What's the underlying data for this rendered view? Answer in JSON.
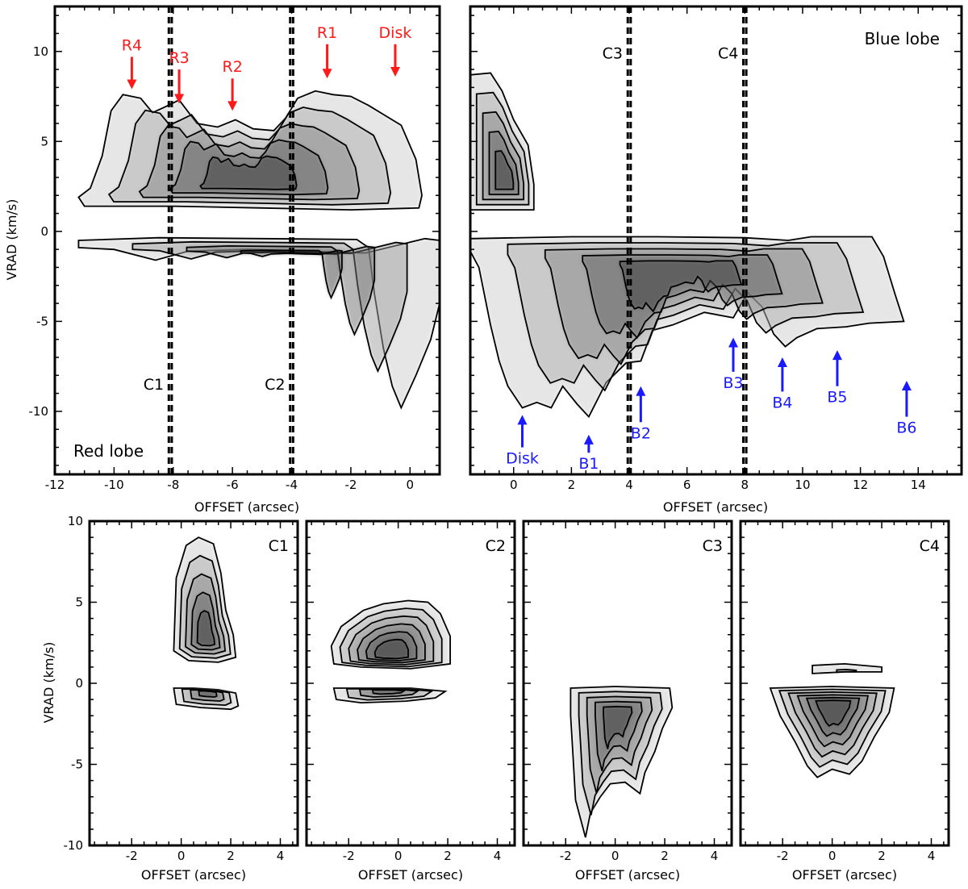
{
  "colors": {
    "red": "#ff1a1a",
    "blue": "#1a1aff",
    "axis": "#000000"
  },
  "chart_data": [
    {
      "id": "red",
      "type": "heatmap",
      "xlabel": "OFFSET (arcsec)",
      "ylabel": "VRAD (km/s)",
      "xlim": [
        -12,
        1
      ],
      "ylim": [
        -13.5,
        12.5
      ],
      "xticks": [
        -12,
        -10,
        -8,
        -6,
        -4,
        -2,
        0
      ],
      "yticks": [
        -10,
        -5,
        0,
        5,
        10
      ],
      "label": "Red lobe",
      "cuts": [
        {
          "name": "C1",
          "x": -8.1,
          "label_y": -8.8
        },
        {
          "name": "C2",
          "x": -4.0,
          "label_y": -8.8
        }
      ],
      "markers": [
        {
          "name": "R4",
          "x": -9.4,
          "v_tip": 7.9,
          "v_tail": 9.7
        },
        {
          "name": "R3",
          "x": -7.8,
          "v_tip": 7.1,
          "v_tail": 9.0
        },
        {
          "name": "R2",
          "x": -6.0,
          "v_tip": 6.7,
          "v_tail": 8.5
        },
        {
          "name": "R1",
          "x": -2.8,
          "v_tip": 8.5,
          "v_tail": 10.4
        },
        {
          "name": "Disk",
          "x": -0.5,
          "v_tip": 8.6,
          "v_tail": 10.4
        }
      ],
      "envelopes": [
        {
          "side": "red",
          "outline": [
            [
              -11.2,
              1.9
            ],
            [
              -10.8,
              2.4
            ],
            [
              -10.4,
              4.2
            ],
            [
              -10.1,
              6.7
            ],
            [
              -9.7,
              7.6
            ],
            [
              -9.1,
              7.4
            ],
            [
              -8.7,
              6.6
            ],
            [
              -8.3,
              6.9
            ],
            [
              -7.8,
              7.3
            ],
            [
              -7.2,
              6.0
            ],
            [
              -6.5,
              5.8
            ],
            [
              -5.9,
              6.2
            ],
            [
              -5.3,
              5.7
            ],
            [
              -4.6,
              5.6
            ],
            [
              -4.2,
              6.3
            ],
            [
              -3.8,
              7.4
            ],
            [
              -3.2,
              7.8
            ],
            [
              -2.6,
              7.6
            ],
            [
              -2.0,
              7.5
            ],
            [
              -1.4,
              7.0
            ],
            [
              -0.8,
              6.4
            ],
            [
              -0.3,
              5.9
            ],
            [
              0.2,
              4.0
            ],
            [
              0.4,
              2.0
            ],
            [
              0.3,
              1.3
            ],
            [
              -2.0,
              1.2
            ],
            [
              -5.0,
              1.3
            ],
            [
              -8.0,
              1.4
            ],
            [
              -11.0,
              1.4
            ]
          ],
          "levels": 4
        },
        {
          "side": "blue",
          "outline": [
            [
              -11.2,
              -0.5
            ],
            [
              -8.5,
              -0.35
            ],
            [
              -5.0,
              -0.4
            ],
            [
              -1.8,
              -0.45
            ],
            [
              -1.4,
              -0.9
            ],
            [
              -1.2,
              -3.5
            ],
            [
              -0.9,
              -6.5
            ],
            [
              -0.6,
              -8.6
            ],
            [
              -0.3,
              -9.8
            ],
            [
              0.2,
              -8.0
            ],
            [
              0.7,
              -6.0
            ],
            [
              1.0,
              -4.0
            ],
            [
              1.0,
              -0.5
            ],
            [
              0.5,
              -0.4
            ],
            [
              -1.5,
              -1.2
            ],
            [
              -3.5,
              -1.1
            ],
            [
              -5.5,
              -1.0
            ],
            [
              -7.5,
              -1.1
            ],
            [
              -8.6,
              -1.6
            ],
            [
              -10.0,
              -1.0
            ],
            [
              -11.2,
              -0.9
            ]
          ],
          "levels": 3
        }
      ]
    },
    {
      "id": "blue",
      "type": "heatmap",
      "xlabel": "OFFSET (arcsec)",
      "ylabel": "",
      "xlim": [
        -1.5,
        15.5
      ],
      "ylim": [
        -13.5,
        12.5
      ],
      "xticks": [
        0,
        2,
        4,
        6,
        8,
        10,
        12,
        14
      ],
      "yticks": [
        -10,
        -5,
        0,
        5,
        10
      ],
      "label": "Blue lobe",
      "cuts": [
        {
          "name": "C3",
          "x": 4.0,
          "label_y": 9.6
        },
        {
          "name": "C4",
          "x": 8.0,
          "label_y": 9.6
        }
      ],
      "markers": [
        {
          "name": "Disk",
          "x": 0.3,
          "v_tip": -10.2,
          "v_tail": -12.0
        },
        {
          "name": "B1",
          "x": 2.6,
          "v_tip": -11.3,
          "v_tail": -12.3
        },
        {
          "name": "B2",
          "x": 4.4,
          "v_tip": -8.6,
          "v_tail": -10.6
        },
        {
          "name": "B3",
          "x": 7.6,
          "v_tip": -5.9,
          "v_tail": -7.8
        },
        {
          "name": "B4",
          "x": 9.3,
          "v_tip": -7.0,
          "v_tail": -8.9
        },
        {
          "name": "B5",
          "x": 11.2,
          "v_tip": -6.6,
          "v_tail": -8.6
        },
        {
          "name": "B6",
          "x": 13.6,
          "v_tip": -8.3,
          "v_tail": -10.3
        }
      ],
      "envelopes": [
        {
          "side": "red",
          "outline": [
            [
              -1.5,
              8.7
            ],
            [
              -0.8,
              8.8
            ],
            [
              -0.4,
              7.8
            ],
            [
              0.0,
              6.2
            ],
            [
              0.5,
              4.8
            ],
            [
              0.7,
              2.6
            ],
            [
              0.7,
              1.2
            ],
            [
              -1.5,
              1.2
            ]
          ],
          "levels": 4
        },
        {
          "side": "blue",
          "outline": [
            [
              -1.5,
              -0.4
            ],
            [
              2.0,
              -0.3
            ],
            [
              5.0,
              -0.3
            ],
            [
              8.0,
              -0.35
            ],
            [
              9.5,
              -0.5
            ],
            [
              10.3,
              -0.3
            ],
            [
              12.4,
              -0.3
            ],
            [
              12.8,
              -1.4
            ],
            [
              13.2,
              -3.5
            ],
            [
              13.5,
              -5.0
            ],
            [
              12.3,
              -5.1
            ],
            [
              11.5,
              -5.3
            ],
            [
              10.5,
              -5.4
            ],
            [
              9.8,
              -5.9
            ],
            [
              9.4,
              -6.4
            ],
            [
              9.0,
              -5.7
            ],
            [
              8.6,
              -4.2
            ],
            [
              8.1,
              -3.4
            ],
            [
              7.6,
              -4.8
            ],
            [
              6.6,
              -4.5
            ],
            [
              5.5,
              -5.2
            ],
            [
              4.8,
              -5.5
            ],
            [
              4.4,
              -7.2
            ],
            [
              3.9,
              -7.3
            ],
            [
              3.2,
              -8.4
            ],
            [
              2.6,
              -10.3
            ],
            [
              2.2,
              -9.6
            ],
            [
              1.7,
              -8.6
            ],
            [
              1.3,
              -9.8
            ],
            [
              0.8,
              -9.5
            ],
            [
              0.3,
              -9.8
            ],
            [
              -0.2,
              -8.6
            ],
            [
              -0.5,
              -7.2
            ],
            [
              -0.8,
              -5.2
            ],
            [
              -1.2,
              -2.0
            ],
            [
              -1.5,
              -1.1
            ]
          ],
          "levels": 4
        }
      ]
    },
    {
      "id": "c1",
      "type": "heatmap",
      "xlabel": "OFFSET (arcsec)",
      "ylabel": "VRAD (km/s)",
      "xlim": [
        -3.7,
        4.7
      ],
      "ylim": [
        -10,
        10
      ],
      "xticks": [
        -2,
        0,
        2,
        4
      ],
      "yticks": [
        -10,
        -5,
        0,
        5,
        10
      ],
      "label": "C1",
      "envelopes": [
        {
          "side": "red",
          "outline": [
            [
              -0.3,
              2.0
            ],
            [
              -0.2,
              6.5
            ],
            [
              0.2,
              8.5
            ],
            [
              0.7,
              9.0
            ],
            [
              1.3,
              8.6
            ],
            [
              1.6,
              6.8
            ],
            [
              1.8,
              4.5
            ],
            [
              2.1,
              3.0
            ],
            [
              2.2,
              1.6
            ],
            [
              1.5,
              1.3
            ],
            [
              0.3,
              1.4
            ]
          ],
          "levels": 4
        },
        {
          "side": "blue",
          "outline": [
            [
              -0.3,
              -0.3
            ],
            [
              0.5,
              -0.3
            ],
            [
              1.5,
              -0.4
            ],
            [
              2.2,
              -0.6
            ],
            [
              2.3,
              -1.4
            ],
            [
              2.0,
              -1.6
            ],
            [
              0.8,
              -1.5
            ],
            [
              -0.2,
              -1.3
            ]
          ],
          "levels": 3
        }
      ]
    },
    {
      "id": "c2",
      "type": "heatmap",
      "xlabel": "OFFSET (arcsec)",
      "ylabel": "",
      "xlim": [
        -3.7,
        4.7
      ],
      "ylim": [
        -10,
        10
      ],
      "xticks": [
        -2,
        0,
        2,
        4
      ],
      "yticks": [
        -10,
        -5,
        0,
        5,
        10
      ],
      "label": "C2",
      "envelopes": [
        {
          "side": "red",
          "outline": [
            [
              -2.6,
              1.2
            ],
            [
              -2.7,
              2.3
            ],
            [
              -2.3,
              3.5
            ],
            [
              -1.4,
              4.5
            ],
            [
              -0.6,
              4.9
            ],
            [
              0.4,
              5.1
            ],
            [
              1.2,
              5.0
            ],
            [
              1.7,
              4.3
            ],
            [
              2.1,
              2.9
            ],
            [
              2.1,
              1.2
            ],
            [
              0.5,
              0.9
            ],
            [
              -1.5,
              1.0
            ]
          ],
          "levels": 5
        },
        {
          "side": "blue",
          "outline": [
            [
              -2.6,
              -0.3
            ],
            [
              -1.0,
              -0.3
            ],
            [
              0.5,
              -0.3
            ],
            [
              1.9,
              -0.5
            ],
            [
              1.5,
              -0.9
            ],
            [
              0.3,
              -1.1
            ],
            [
              -1.5,
              -1.2
            ],
            [
              -2.5,
              -1.0
            ]
          ],
          "levels": 3
        }
      ]
    },
    {
      "id": "c3",
      "type": "heatmap",
      "xlabel": "OFFSET (arcsec)",
      "ylabel": "",
      "xlim": [
        -3.7,
        4.7
      ],
      "ylim": [
        -10,
        10
      ],
      "xticks": [
        -2,
        0,
        2,
        4
      ],
      "yticks": [
        -10,
        -5,
        0,
        5,
        10
      ],
      "label": "C3",
      "envelopes": [
        {
          "side": "blue",
          "outline": [
            [
              -1.8,
              -0.3
            ],
            [
              0.0,
              -0.2
            ],
            [
              2.2,
              -0.3
            ],
            [
              2.3,
              -1.5
            ],
            [
              1.9,
              -2.8
            ],
            [
              1.6,
              -4.2
            ],
            [
              1.2,
              -5.5
            ],
            [
              1.0,
              -6.8
            ],
            [
              0.4,
              -6.1
            ],
            [
              -0.2,
              -6.2
            ],
            [
              -0.6,
              -7.0
            ],
            [
              -1.0,
              -8.0
            ],
            [
              -1.2,
              -9.5
            ],
            [
              -1.6,
              -7.2
            ],
            [
              -1.7,
              -4.5
            ],
            [
              -1.8,
              -2.0
            ]
          ],
          "levels": 4
        }
      ]
    },
    {
      "id": "c4",
      "type": "heatmap",
      "xlabel": "OFFSET (arcsec)",
      "ylabel": "",
      "xlim": [
        -3.7,
        4.7
      ],
      "ylim": [
        -10,
        10
      ],
      "xticks": [
        -2,
        0,
        2,
        4
      ],
      "yticks": [
        -10,
        -5,
        0,
        5,
        10
      ],
      "label": "C4",
      "envelopes": [
        {
          "side": "red",
          "outline": [
            [
              -0.8,
              0.6
            ],
            [
              0.5,
              0.7
            ],
            [
              2.0,
              0.7
            ],
            [
              2.0,
              1.0
            ],
            [
              0.5,
              1.2
            ],
            [
              -0.8,
              1.1
            ]
          ],
          "levels": 1
        },
        {
          "side": "blue",
          "outline": [
            [
              -2.5,
              -0.3
            ],
            [
              0.0,
              -0.2
            ],
            [
              2.5,
              -0.3
            ],
            [
              2.3,
              -1.8
            ],
            [
              1.7,
              -3.3
            ],
            [
              1.2,
              -4.8
            ],
            [
              0.7,
              -5.6
            ],
            [
              0.0,
              -5.3
            ],
            [
              -0.6,
              -5.8
            ],
            [
              -1.0,
              -5.1
            ],
            [
              -1.5,
              -3.6
            ],
            [
              -2.1,
              -2.0
            ]
          ],
          "levels": 5
        }
      ]
    }
  ]
}
